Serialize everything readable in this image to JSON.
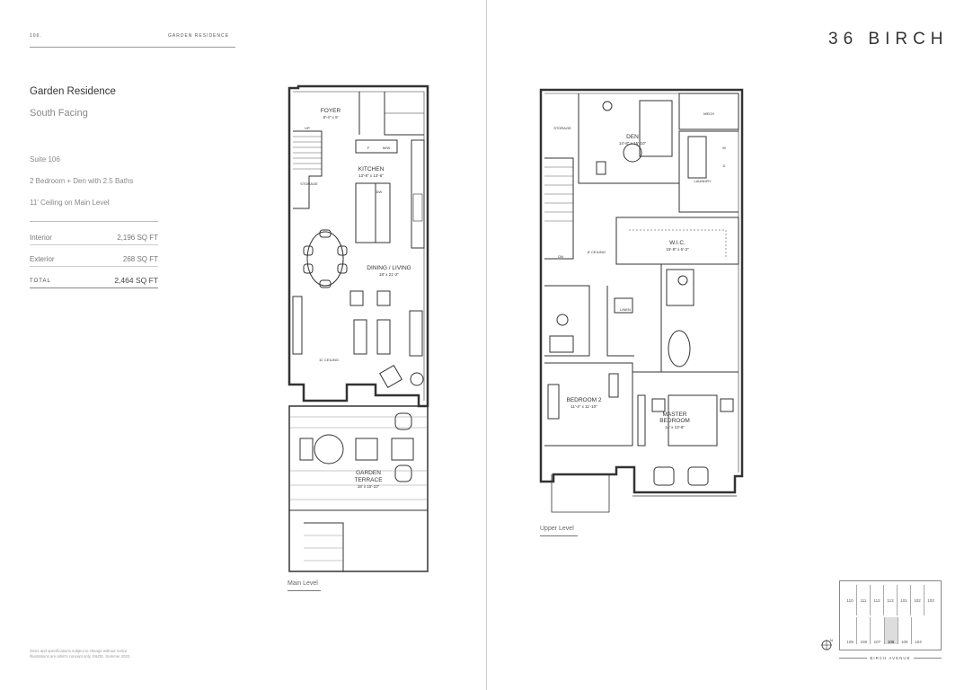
{
  "header": {
    "page_number": "106.",
    "section_title": "GARDEN RESIDENCE",
    "brand": "36 BIRCH"
  },
  "unit": {
    "title": "Garden Residence",
    "orientation": "South Facing",
    "suite": "Suite 106",
    "layout": "2 Bedroom + Den with 2.5 Baths",
    "ceiling": "11' Ceiling on Main Level"
  },
  "specs": {
    "interior_label": "Interior",
    "interior_value": "2,196 SQ FT",
    "exterior_label": "Exterior",
    "exterior_value": "268 SQ FT",
    "total_label": "TOTAL",
    "total_value": "2,464 SQ FT"
  },
  "main_level": {
    "caption": "Main Level",
    "rooms": {
      "foyer": "FOYER",
      "foyer_dim": "8'-4\" x 5'",
      "kitchen": "KITCHEN",
      "kitchen_dim": "13'-8\" x 13'-6\"",
      "storage": "STORAGE",
      "dining": "DINING / LIVING",
      "dining_dim": "18' x 21'-2\"",
      "ceiling_note": "11' CEILING",
      "terrace_1": "GARDEN",
      "terrace_2": "TERRACE",
      "terrace_dim": "18' x 15'-10\"",
      "up": "UP",
      "fridge": "F",
      "mw": "M/W",
      "dw": "DW"
    }
  },
  "upper_level": {
    "caption": "Upper Level",
    "rooms": {
      "storage": "STORAGE",
      "den": "DEN",
      "den_dim": "14'-8\" x 15'-10\"",
      "mech": "MECH",
      "laundry": "LAUNDRY",
      "wic": "W.I.C.",
      "wic_dim": "15'-8\" x 6'-3\"",
      "ceiling_note": "8' CEILING",
      "linen": "LINEN",
      "bedroom2": "BEDROOM 2",
      "bedroom2_dim": "11'-4\" x 11'-10\"",
      "master_1": "MASTER",
      "master_2": "BEDROOM",
      "master_dim": "14' x 13'-8\"",
      "dn": "DN",
      "washer": "W",
      "dryer": "D"
    }
  },
  "keyplan": {
    "top_row": [
      "110",
      "111",
      "112",
      "113",
      "101",
      "102",
      "103"
    ],
    "bottom_row": [
      "109",
      "108",
      "107",
      "106",
      "105",
      "104"
    ],
    "street": "BIRCH AVENUE",
    "north": "N"
  },
  "disclaimer": "Sizes and specifications subject to change without notice. Illustrations are artist's concept only. E&OE. Summer 2022."
}
